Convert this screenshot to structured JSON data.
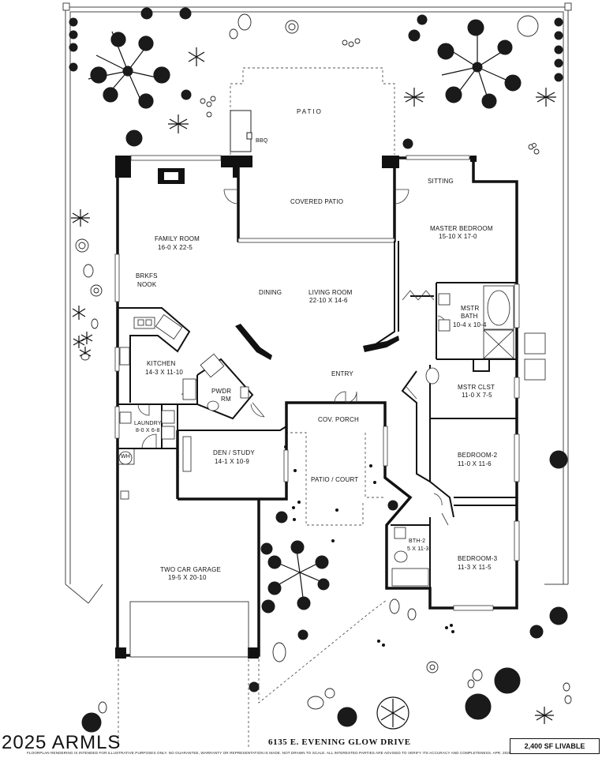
{
  "labels": {
    "patio": "PATIO",
    "bbq": "BBQ",
    "fp": "FP",
    "covered_patio": "COVERED PATIO",
    "sitting": "SITTING",
    "family_room_name": "FAMILY ROOM",
    "family_room_size": "16-0  X  22-5",
    "master_bedroom_name": "MASTER BEDROOM",
    "master_bedroom_size": "15-10  X  17-0",
    "brkfs_nook_line1": "BRKFS",
    "brkfs_nook_line2": "NOOK",
    "dining": "DINING",
    "living_room_name": "LIVING ROOM",
    "living_room_size": "22-10  X  14-6",
    "mstr_bath_line1": "MSTR",
    "mstr_bath_line2": "BATH",
    "mstr_bath_size": "10-4 x 10-4",
    "kitchen_name": "KITCHEN",
    "kitchen_size": "14-3  X  11-10",
    "entry": "ENTRY",
    "mstr_clst_name": "MSTR CLST",
    "mstr_clst_size": "11-0 X 7-5",
    "pwdr_line1": "PWDR",
    "pwdr_line2": "RM",
    "cov_porch": "COV. PORCH",
    "laundry_name": "LAUNDRY",
    "laundry_size": "8-0 X 6-8",
    "wh": "WH",
    "den_name": "DEN / STUDY",
    "den_size": "14-1  X  10-9",
    "bedroom2_name": "BEDROOM-2",
    "bedroom2_size": "11-0  X  11-6",
    "patio_court": "PATIO  /  COURT",
    "bth2_name": "BTH-2",
    "bth2_size": "5 X 11-3",
    "bedroom3_name": "BEDROOM-3",
    "bedroom3_size": "11-3  X  11-5",
    "garage_name": "TWO CAR GARAGE",
    "garage_size": "19-5  X  20-10"
  },
  "footer": {
    "address": "6135  E. EVENING GLOW DRIVE",
    "livable": "2,400  SF LIVABLE",
    "watermark": "2025 ARMLS",
    "disclaimer": "FLOORPLAN RENDERING IS INTENDED FOR ILLUSTRATIVE PURPOSES ONLY.  NO GUARANTEE, WARRANTY OR REPRESENTATION IS MADE.  NOT DRAWN TO SCALE.  ALL INTERESTED PARTIES ARE ADVISED TO VERIFY ITS ACCURACY AND COMPLETENESS.  APR. 2025."
  }
}
